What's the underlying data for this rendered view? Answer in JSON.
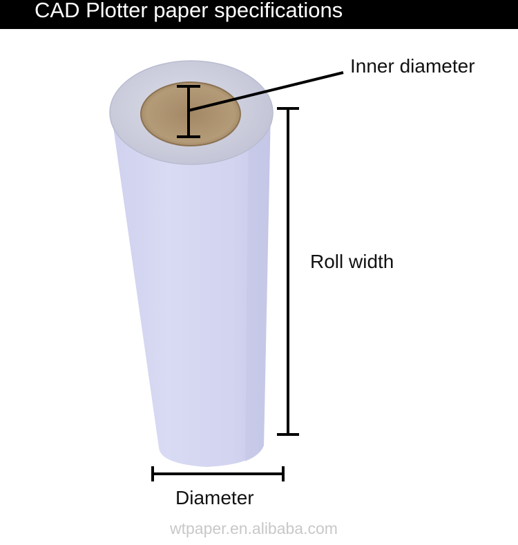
{
  "header": {
    "title": "CAD Plotter paper specifications"
  },
  "labels": {
    "inner_diameter": "Inner diameter",
    "roll_width": "Roll width",
    "diameter": "Diameter"
  },
  "watermark": "wtpaper.en.alibaba.com",
  "colors": {
    "title_bar": "#000000",
    "title_text": "#ffffff",
    "paper": "#d4d6f0",
    "core": "#b29a78",
    "dimension_lines": "#000000"
  }
}
